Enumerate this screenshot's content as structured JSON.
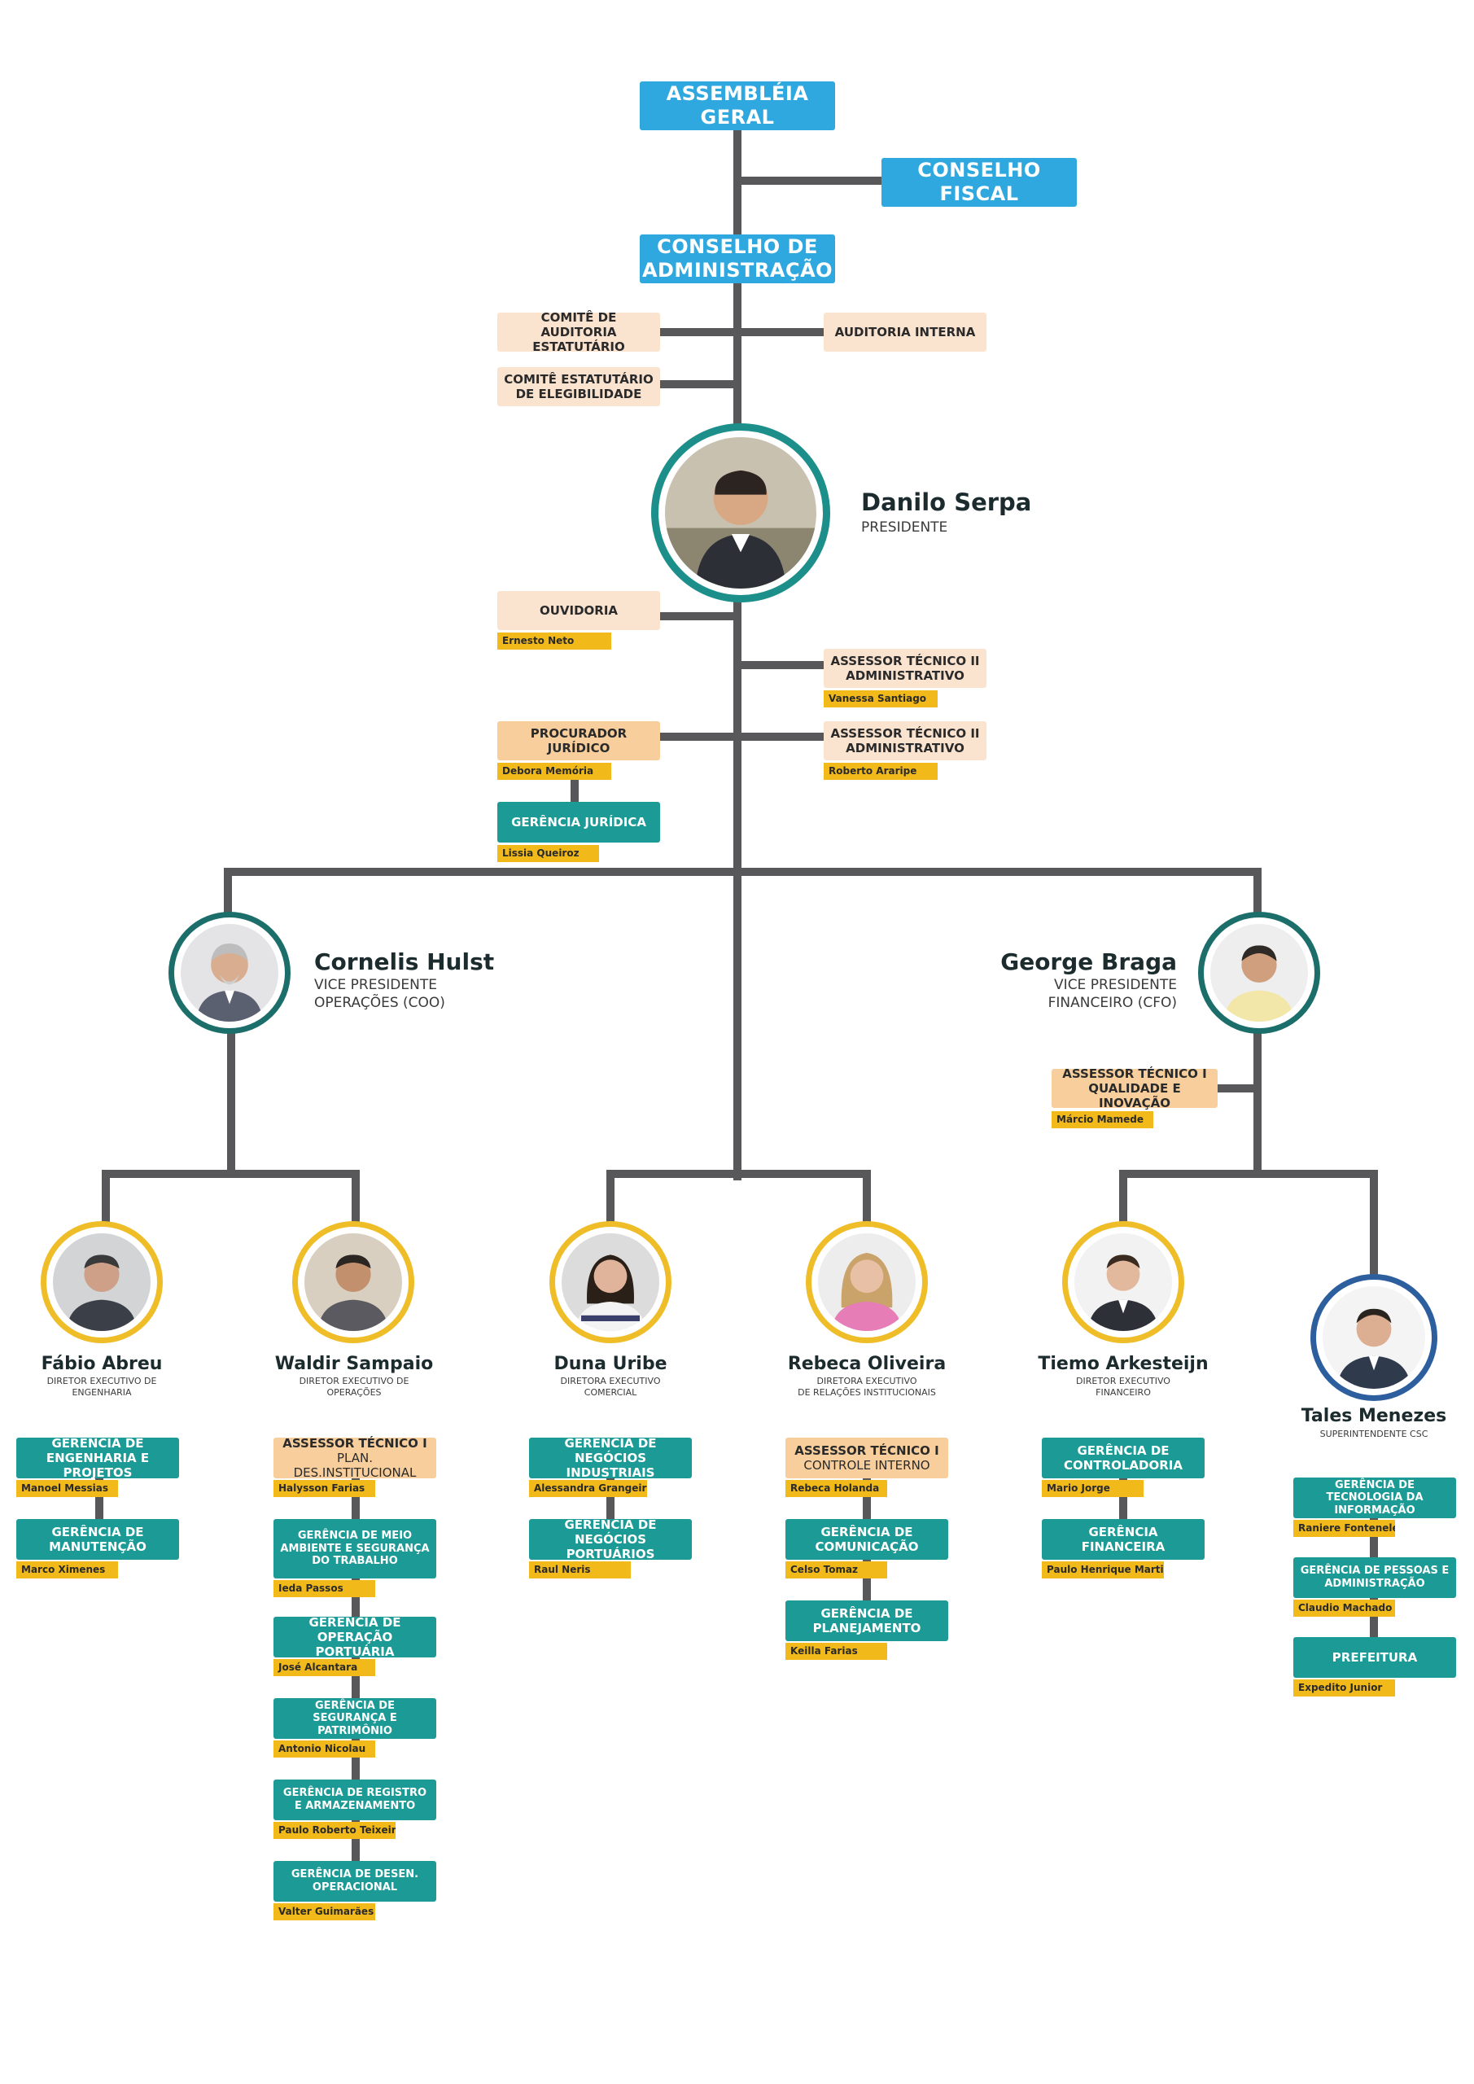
{
  "colors": {
    "line": "#58585a",
    "blue": "#2fa8e0",
    "teal": "#1b9a96",
    "peach": "#fae3cf",
    "orange": "#f8cf9c",
    "name_tag": "#f2b91a",
    "ring_teal": "#1c6e6a",
    "ring_yellow": "#eebd28",
    "ring_blue": "#2d5f9e"
  },
  "governance": {
    "assembleia": "ASSEMBLÉIA GERAL",
    "conselho_fiscal": "CONSELHO FISCAL",
    "conselho_admin": "CONSELHO DE ADMINISTRAÇÃO",
    "comite_auditoria": "COMITÊ DE AUDITORIA ESTATUTÁRIO",
    "auditoria_interna": "AUDITORIA INTERNA",
    "comite_elegibilidade": "COMITÊ ESTATUTÁRIO DE ELEGIBILIDADE"
  },
  "president": {
    "name": "Danilo Serpa",
    "role": "PRESIDENTE",
    "photo": "portrait-photo"
  },
  "staff": {
    "ouvidoria": {
      "title": "OUVIDORIA",
      "person": "Ernesto Neto"
    },
    "assessor_adm_1": {
      "title": "ASSESSOR TÉCNICO II ADMINISTRATIVO",
      "person": "Vanessa Santiago"
    },
    "procurador": {
      "title": "PROCURADOR JURÍDICO",
      "person": "Debora Memória"
    },
    "assessor_adm_2": {
      "title": "ASSESSOR TÉCNICO II ADMINISTRATIVO",
      "person": "Roberto Araripe"
    },
    "gerencia_juridica": {
      "title": "GERÊNCIA JURÍDICA",
      "person": "Lissia Queiroz"
    }
  },
  "vps": {
    "coo": {
      "name": "Cornelis Hulst",
      "role_line1": "VICE PRESIDENTE",
      "role_line2": "OPERAÇÕES (COO)"
    },
    "cfo": {
      "name": "George Braga",
      "role_line1": "VICE PRESIDENTE",
      "role_line2": "FINANCEIRO (CFO)"
    }
  },
  "cfo_assessor": {
    "title": "ASSESSOR TÉCNICO I QUALIDADE E INOVAÇÃO",
    "person": "Márcio Mamede"
  },
  "directors": {
    "fabio": {
      "name": "Fábio Abreu",
      "role_line1": "DIRETOR EXECUTIVO DE",
      "role_line2": "ENGENHARIA"
    },
    "waldir": {
      "name": "Waldir Sampaio",
      "role_line1": "DIRETOR EXECUTIVO DE",
      "role_line2": "OPERAÇÕES"
    },
    "duna": {
      "name": "Duna Uribe",
      "role_line1": "DIRETORA EXECUTIVO",
      "role_line2": "COMERCIAL"
    },
    "rebeca": {
      "name": "Rebeca Oliveira",
      "role_line1": "DIRETORA EXECUTIVO",
      "role_line2": "DE RELAÇÕES INSTITUCIONAIS"
    },
    "tiemo": {
      "name": "Tiemo Arkesteijn",
      "role_line1": "DIRETOR EXECUTIVO",
      "role_line2": "FINANCEIRO"
    },
    "tales": {
      "name": "Tales Menezes",
      "role_line1": "SUPERINTENDENTE CSC"
    }
  },
  "units": {
    "fabio": [
      {
        "title": "GERÊNCIA DE ENGENHARIA E PROJETOS",
        "person": "Manoel Messias"
      },
      {
        "title": "GERÊNCIA DE MANUTENÇÃO",
        "person": "Marco Ximenes"
      }
    ],
    "waldir": [
      {
        "title": "ASSESSOR  TÉCNICO I",
        "subtitle": "PLAN. DES.INSTITUCIONAL",
        "person": "Halysson Farias"
      },
      {
        "title": "GERÊNCIA DE MEIO AMBIENTE E SEGURANÇA DO TRABALHO",
        "person": "Ieda Passos"
      },
      {
        "title": "GERÊNCIA DE OPERAÇÃO PORTUÁRIA",
        "person": "José Alcantara"
      },
      {
        "title": "GERÊNCIA DE SEGURANÇA E PATRIMÔNIO",
        "person": "Antonio Nicolau"
      },
      {
        "title": "GERÊNCIA DE REGISTRO E ARMAZENAMENTO",
        "person": "Paulo Roberto Teixeira"
      },
      {
        "title": "GERÊNCIA DE DESEN. OPERACIONAL",
        "person": "Valter Guimarães"
      }
    ],
    "duna": [
      {
        "title": "GERÊNCIA DE NEGÓCIOS INDUSTRIAIS",
        "person": "Alessandra Grangeiro"
      },
      {
        "title": "GERÊNCIA DE NEGÓCIOS PORTUÁRIOS",
        "person": "Raul Neris"
      }
    ],
    "rebeca": [
      {
        "title": "ASSESSOR TÉCNICO I",
        "subtitle": "CONTROLE INTERNO",
        "person": "Rebeca Holanda"
      },
      {
        "title": "GERÊNCIA DE COMUNICAÇÃO",
        "person": "Celso Tomaz"
      },
      {
        "title": "GERÊNCIA DE PLANEJAMENTO",
        "person": "Keilla Farias"
      }
    ],
    "tiemo": [
      {
        "title": "GERÊNCIA DE CONTROLADORIA",
        "person": "Mario Jorge"
      },
      {
        "title": "GERÊNCIA FINANCEIRA",
        "person": "Paulo Henrique Martins"
      }
    ],
    "tales": [
      {
        "title": "GERÊNCIA DE TECNOLOGIA DA INFORMAÇÃO",
        "person": "Raniere Fontenele"
      },
      {
        "title": "GERÊNCIA DE PESSOAS E ADMINISTRAÇÃO",
        "person": "Claudio Machado"
      },
      {
        "title": "PREFEITURA",
        "person": "Expedito Junior"
      }
    ]
  }
}
